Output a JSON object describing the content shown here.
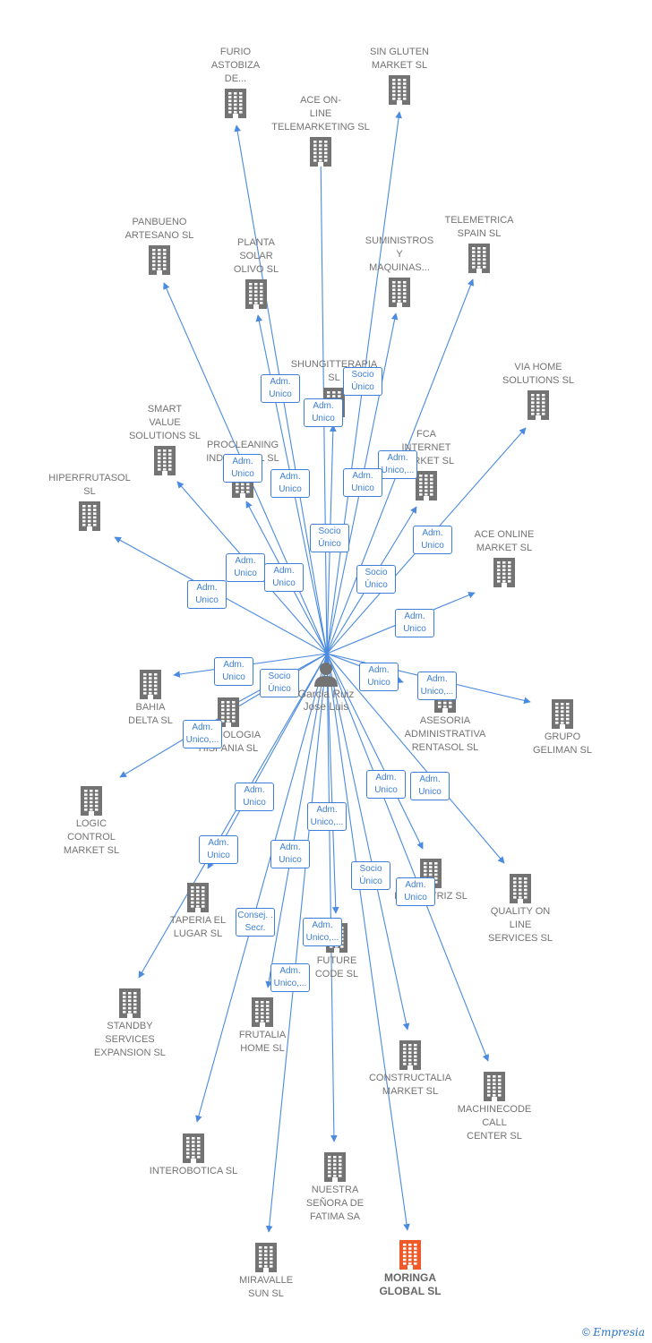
{
  "colors": {
    "edge": "#4a8ae0",
    "company": "#737373",
    "highlight": "#f05a28"
  },
  "center": {
    "name": "Garcia Ruiz\nJose Luis",
    "icon": "person-icon"
  },
  "companies": [
    {
      "id": "furio",
      "label": "FURIO\nASTOBIZA\nDE..."
    },
    {
      "id": "singluten",
      "label": "SIN GLUTEN\nMARKET  SL"
    },
    {
      "id": "aceonline-tele",
      "label": "ACE ON-\nLINE\nTELEMARKETING SL"
    },
    {
      "id": "panbueno",
      "label": "PANBUENO\nARTESANO  SL"
    },
    {
      "id": "planta",
      "label": "PLANTA\nSOLAR\nOLIVO SL"
    },
    {
      "id": "suministros",
      "label": "SUMINISTROS\nY\nMAQUINAS..."
    },
    {
      "id": "telemetrica",
      "label": "TELEMETRICA\nSPAIN  SL"
    },
    {
      "id": "shungit",
      "label": "SHUNGITTERAPIA\nSL"
    },
    {
      "id": "viahome",
      "label": "VIA HOME\nSOLUTIONS SL"
    },
    {
      "id": "smart",
      "label": "SMART\nVALUE\nSOLUTIONS SL"
    },
    {
      "id": "procleaning",
      "label": "PROCLEANING\nINDUSTRIAL SL"
    },
    {
      "id": "fca",
      "label": "FCA\nINTERNET\nMARKET  SL"
    },
    {
      "id": "hiperfrutasol",
      "label": "HIPERFRUTASOL\nSL"
    },
    {
      "id": "aceonline-market",
      "label": "ACE ONLINE\nMARKET SL"
    },
    {
      "id": "bahia",
      "label": "BAHIA\nDELTA SL"
    },
    {
      "id": "tecnologia",
      "label": "TECNOLOGIA\nHISPANIA  SL"
    },
    {
      "id": "asesoria",
      "label": "ASESORIA\nADMINISTRATIVA\nRENTASOL SL"
    },
    {
      "id": "geliman",
      "label": "GRUPO\nGELIMAN  SL"
    },
    {
      "id": "logic",
      "label": "LOGIC\nCONTROL\nMARKET  SL"
    },
    {
      "id": "taperia",
      "label": "TAPERIA EL\nLUGAR SL"
    },
    {
      "id": "incubatriz",
      "label": "INCUBATRIZ SL"
    },
    {
      "id": "quality",
      "label": "QUALITY ON\nLINE\nSERVICES  SL"
    },
    {
      "id": "future",
      "label": "FUTURE\nCODE SL"
    },
    {
      "id": "standby",
      "label": "STANDBY\nSERVICES\nEXPANSION SL"
    },
    {
      "id": "frutalia",
      "label": "FRUTALIA\nHOME  SL"
    },
    {
      "id": "constructalia",
      "label": "CONSTRUCTALIA\nMARKET  SL"
    },
    {
      "id": "machinecode",
      "label": "MACHINECODE\nCALL\nCENTER  SL"
    },
    {
      "id": "interobotica",
      "label": "INTEROBOTICA SL"
    },
    {
      "id": "nuestra",
      "label": "NUESTRA\nSEÑORA DE\nFATIMA SA"
    },
    {
      "id": "miravalle",
      "label": "MIRAVALLE\nSUN  SL"
    },
    {
      "id": "moringa",
      "label": "MORINGA\nGLOBAL  SL",
      "highlight": true
    }
  ],
  "roles": [
    "Adm.\nUnico",
    "Socio\nÚnico",
    "Adm.\nUnico",
    "Adm.\nUnico",
    "Adm.\nUnico",
    "Adm.\nUnico,...",
    "Adm.\nUnico",
    "Socio\nÚnico",
    "Adm.\nUnico",
    "Adm.\nUnico",
    "Adm.\nUnico",
    "Adm.\nUnico",
    "Socio\nÚnico",
    "Adm.\nUnico",
    "Adm.\nUnico",
    "Socio\nÚnico",
    "Adm.\nUnico",
    "Adm.\nUnico,...",
    "Adm.\nUnico,...",
    "Adm.\nUnico",
    "Adm.\nUnico",
    "Adm.\nUnico",
    "Adm.\nUnico,...",
    "Adm.\nUnico",
    "Socio\nÚnico",
    "Adm.\nUnico",
    "Adm.\nUnico",
    "Consej. .\nSecr.",
    "Adm.\nUnico,...",
    "Adm.\nUnico,..."
  ],
  "footer": {
    "copyright": "©",
    "brand": "Empresia"
  }
}
